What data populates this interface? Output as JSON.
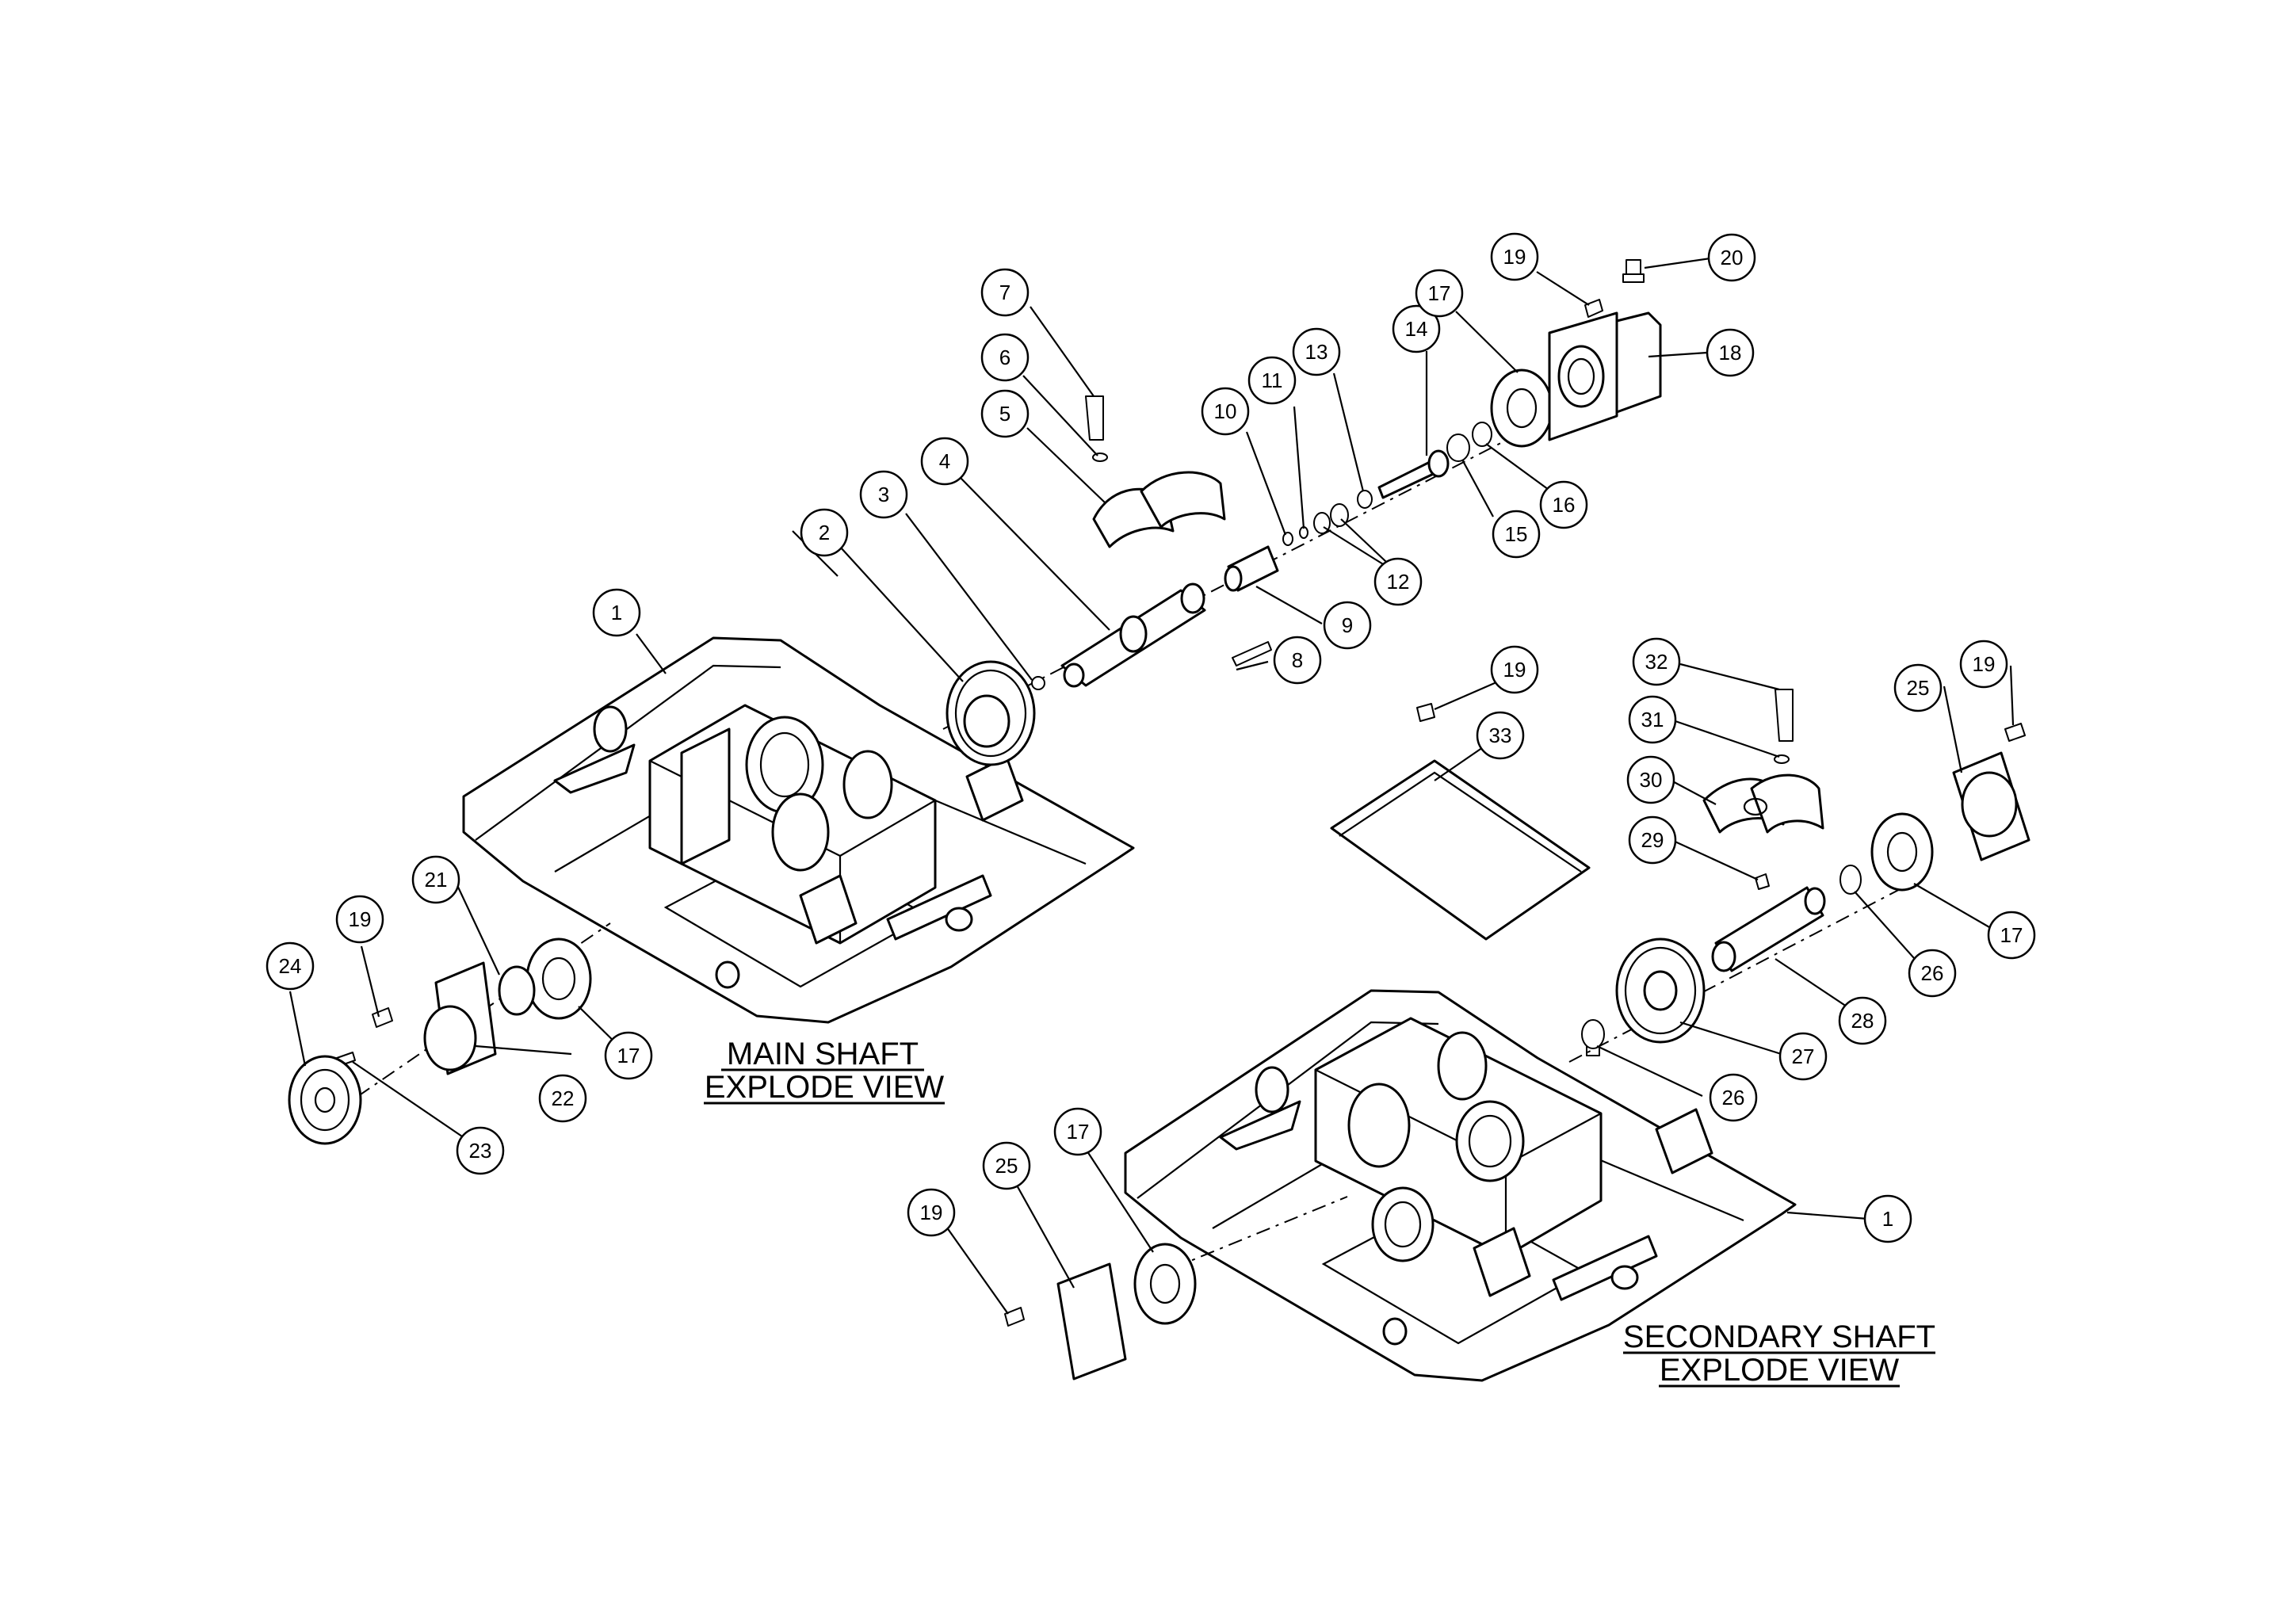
{
  "titles": {
    "main_line1": "MAIN SHAFT",
    "main_line2": "EXPLODE VIEW",
    "secondary_line1": "SECONDARY SHAFT",
    "secondary_line2": "EXPLODE VIEW"
  },
  "callouts": {
    "main": [
      "1",
      "2",
      "3",
      "4",
      "5",
      "6",
      "7",
      "8",
      "9",
      "10",
      "11",
      "12",
      "13",
      "14",
      "15",
      "16",
      "17",
      "18",
      "19",
      "20",
      "21",
      "22",
      "23",
      "24",
      "17",
      "19"
    ],
    "secondary": [
      "19",
      "33",
      "32",
      "31",
      "30",
      "29",
      "25",
      "19",
      "17",
      "26",
      "28",
      "27",
      "26",
      "1",
      "17",
      "25",
      "19"
    ]
  }
}
